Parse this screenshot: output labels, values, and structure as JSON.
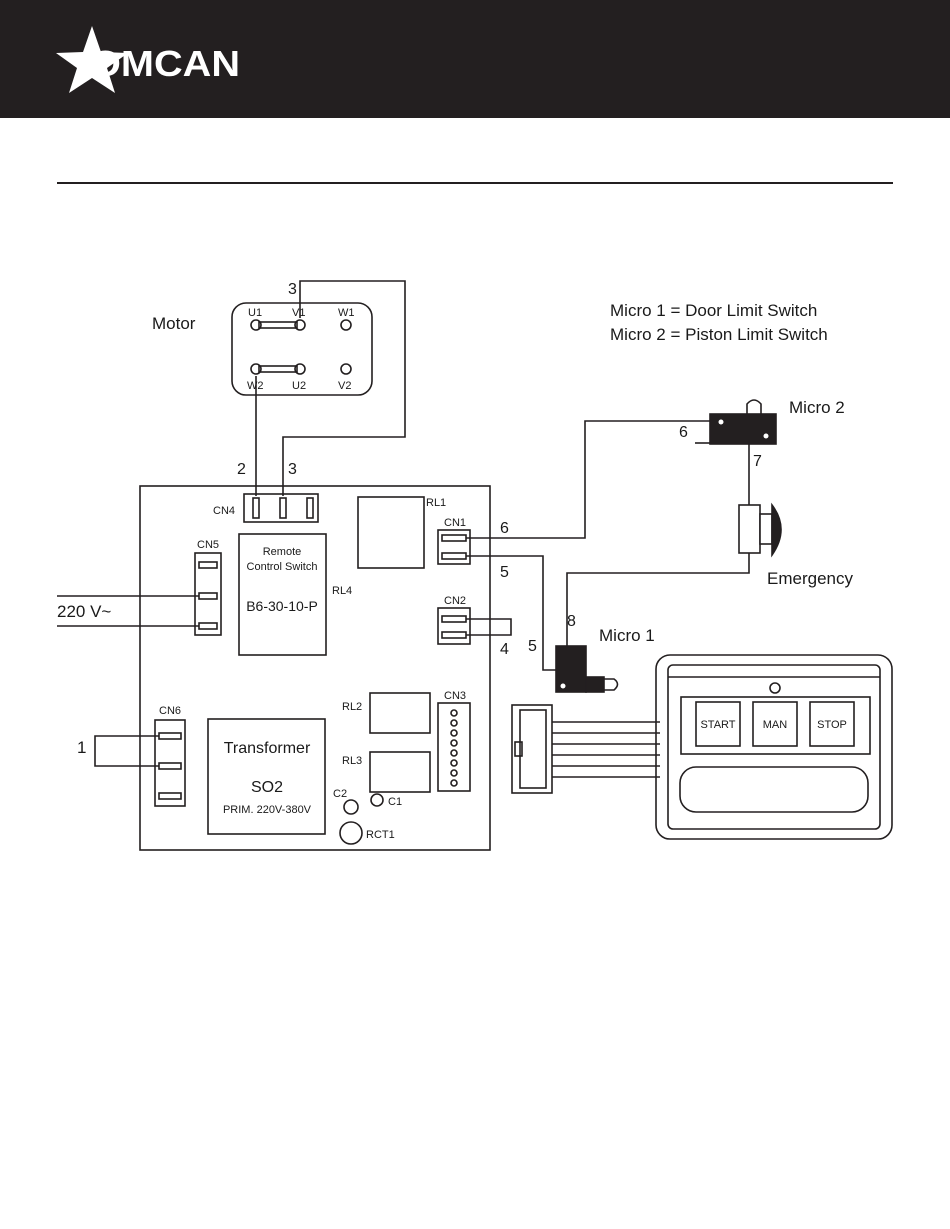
{
  "brand": {
    "logo_text": "OMCAN"
  },
  "diagram": {
    "legend": {
      "line1": "Micro 1 = Door Limit Switch",
      "line2": "Micro 2 = Piston Limit Switch"
    },
    "motor": {
      "label": "Motor",
      "terminals": [
        "U1",
        "V1",
        "W1",
        "W2",
        "U2",
        "V2"
      ]
    },
    "wires": {
      "w1": "1",
      "w2": "2",
      "w3a": "3",
      "w3b": "3",
      "w4": "4",
      "w5a": "5",
      "w5b": "5",
      "w6a": "6",
      "w6b": "6",
      "w7": "7",
      "w8": "8"
    },
    "connectors": {
      "cn1": "CN1",
      "cn2": "CN2",
      "cn3": "CN3",
      "cn4": "CN4",
      "cn5": "CN5",
      "cn6": "CN6"
    },
    "relays": {
      "rl1": "RL1",
      "rl2": "RL2",
      "rl3": "RL3",
      "rl4": "RL4"
    },
    "remote_switch": {
      "line1": "Remote",
      "line2": "Control Switch",
      "model": "B6-30-10-P"
    },
    "transformer": {
      "title": "Transformer",
      "model": "SO2",
      "spec": "PRIM. 220V-380V"
    },
    "capacitors": {
      "c1": "C1",
      "c2": "C2",
      "rct1": "RCT1"
    },
    "supply": "220 V~",
    "micro1": "Micro 1",
    "micro2": "Micro 2",
    "emergency": "Emergency",
    "panel_buttons": {
      "start": "START",
      "man": "MAN",
      "stop": "STOP"
    }
  }
}
